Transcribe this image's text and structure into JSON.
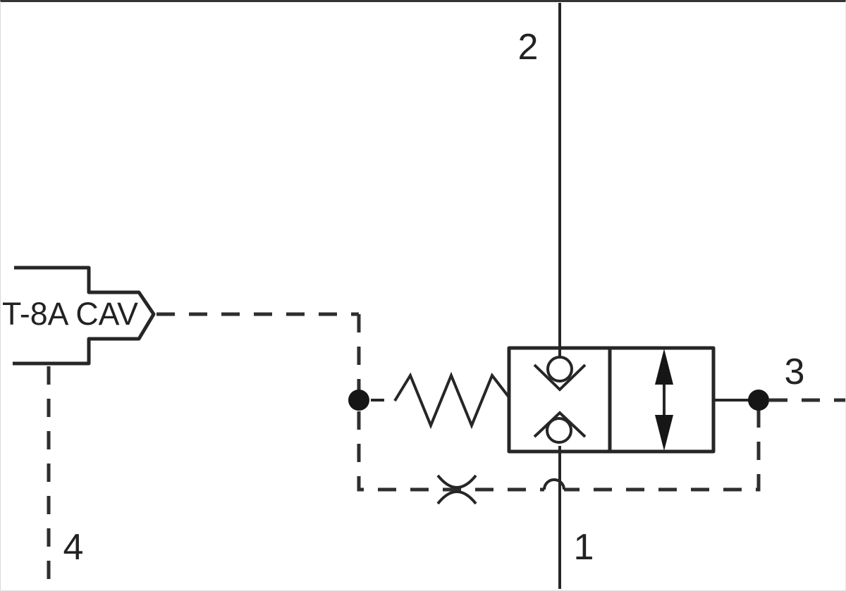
{
  "diagram": {
    "kind": "hydraulic-cartridge-valve-schematic",
    "cavity_label": "T-8A CAV",
    "ports": {
      "port1": "1",
      "port2": "2",
      "port3": "3",
      "port4": "4"
    },
    "symbols": {
      "valve": "dual-check-valve-with-bidirectional-flow-cell",
      "spring": "spring",
      "orifice": "fixed-orifice-restriction",
      "pilot_lines": "dashed-pilot-drain-lines",
      "junctions": "solid-junction-dots"
    },
    "colors": {
      "line": "#262626",
      "background": "#ffffff",
      "top_border": "#343434"
    }
  }
}
